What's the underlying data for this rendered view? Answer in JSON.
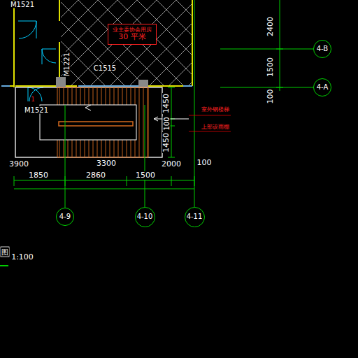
{
  "diagram": {
    "nodes": [
      {
        "text": [
          "业主委协会用房",
          "30 平米"
        ]
      },
      {
        "text": [
          "4-B"
        ]
      },
      {
        "text": [
          "4-A"
        ]
      },
      {
        "text": [
          "4-9"
        ]
      },
      {
        "text": [
          "4-10"
        ]
      },
      {
        "text": [
          "4-11"
        ]
      }
    ],
    "labels": [
      "M1521",
      "M1221",
      "C1515",
      "M1521",
      "1",
      "2400",
      "1500",
      "100",
      "1450",
      "100",
      "1450",
      "室外钢楼梯",
      "上部设雨棚",
      "3900",
      "3300",
      "2000",
      "100",
      "1850",
      "2860",
      "1500",
      "1:100",
      "图"
    ]
  }
}
